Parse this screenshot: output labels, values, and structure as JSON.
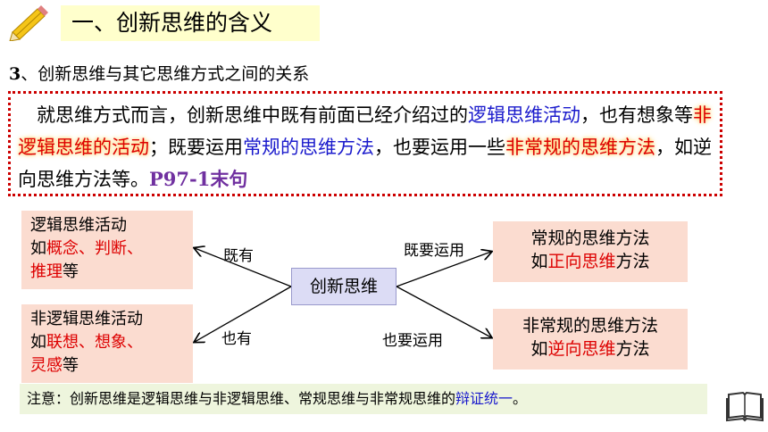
{
  "title": "一、创新思维的含义",
  "subtitle": {
    "num": "3",
    "text": "、创新思维与其它思维方式之间的关系"
  },
  "paragraph": {
    "s1": "就思维方式而言，创新思维中既有前面已经介绍过的",
    "h1": "逻辑思维活动",
    "s2": "，也有想象等",
    "h2": "非逻辑思维的活动",
    "s3": "；既要运用",
    "h3": "常规的思维方法",
    "s4": "，也要运用一些",
    "h4": "非常规的思维方法",
    "s5": "，如逆向思维方法等。",
    "ref": "P97-1末句"
  },
  "diagram": {
    "center": "创新思维",
    "left_top": {
      "line1": "逻辑思维活动",
      "prefix": "如",
      "red1": "概念、判断、",
      "red2": "推理",
      "suffix": "等"
    },
    "left_bottom": {
      "line1": "非逻辑思维活动",
      "prefix": "如",
      "red1": "联想、想象、",
      "red2": "灵感",
      "suffix": "等"
    },
    "right_top": {
      "line1": "常规的思维方法",
      "prefix": "如",
      "red": "正向思维",
      "suffix": "方法"
    },
    "right_bottom": {
      "line1": "非常规的思维方法",
      "prefix": "如",
      "red": "逆向思维",
      "suffix": "方法"
    },
    "labels": {
      "jiyou": "既有",
      "yeyou": "也有",
      "jiyao": "既要运用",
      "yeyao": "也要运用"
    }
  },
  "note": {
    "text": "注意：创新思维是逻辑思维与非逻辑思维、常规思维与非常规思维的",
    "highlight": "辩证统一",
    "end": "。"
  },
  "icons": [
    "pencil-icon",
    "book-icon"
  ],
  "colors": {
    "title_bg": "#ffffcc",
    "blue": "#1a1acc",
    "red": "#dd0000",
    "box_bg": "#fbdcd0",
    "center_bg": "#dcdcf5",
    "note_bg": "#eef5dd",
    "border_red": "#cc0000"
  }
}
